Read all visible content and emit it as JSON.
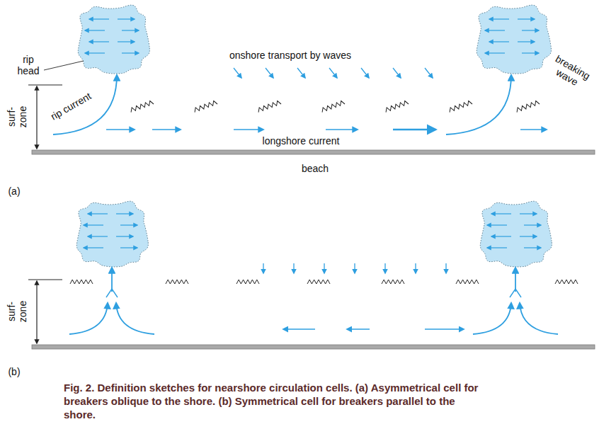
{
  "diagram": {
    "caption": "Fig. 2. Definition sketches for nearshore circulation cells. (a) Asymmetrical cell for breakers oblique to the shore. (b) Symmetrical cell for breakers parallel to the shore.",
    "labels": [
      "rip head",
      "onshore transport by waves",
      "surf- zone",
      "rip current",
      "longshore current",
      "breaking wave",
      "beach",
      "(a)",
      "surf- zone",
      "(b)"
    ]
  }
}
